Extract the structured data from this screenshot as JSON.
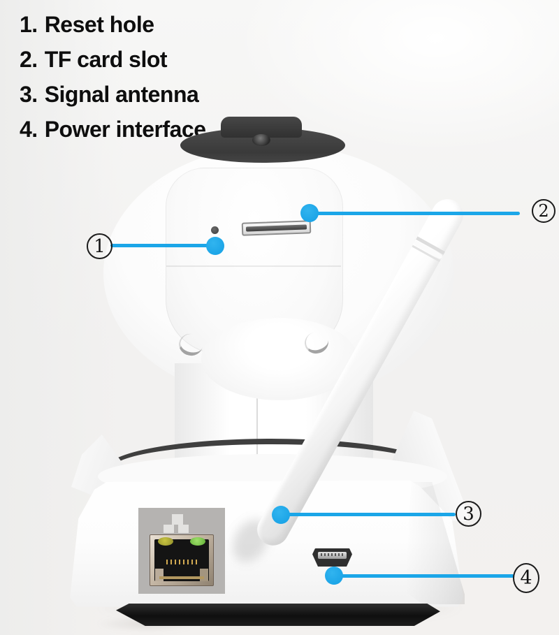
{
  "legend": {
    "items": [
      {
        "number": "1.",
        "label": "Reset hole"
      },
      {
        "number": "2.",
        "label": "TF card slot"
      },
      {
        "number": "3.",
        "label": "Signal antenna"
      },
      {
        "number": "4.",
        "label": "Power interface"
      }
    ]
  },
  "callouts": [
    {
      "number": "1",
      "target": "reset-hole"
    },
    {
      "number": "2",
      "target": "tf-card-slot"
    },
    {
      "number": "3",
      "target": "signal-antenna"
    },
    {
      "number": "4",
      "target": "power-interface"
    }
  ],
  "colors": {
    "accent_blue": "#1ba6e8",
    "cap_dark": "#3d3d3d",
    "ring_dark": "#3f3f3f",
    "led_yellow": "#b3b23a",
    "led_green": "#6fc94a",
    "background": "#f2f1f0"
  },
  "icons": {
    "ethernet": "ethernet-lan-icon"
  }
}
